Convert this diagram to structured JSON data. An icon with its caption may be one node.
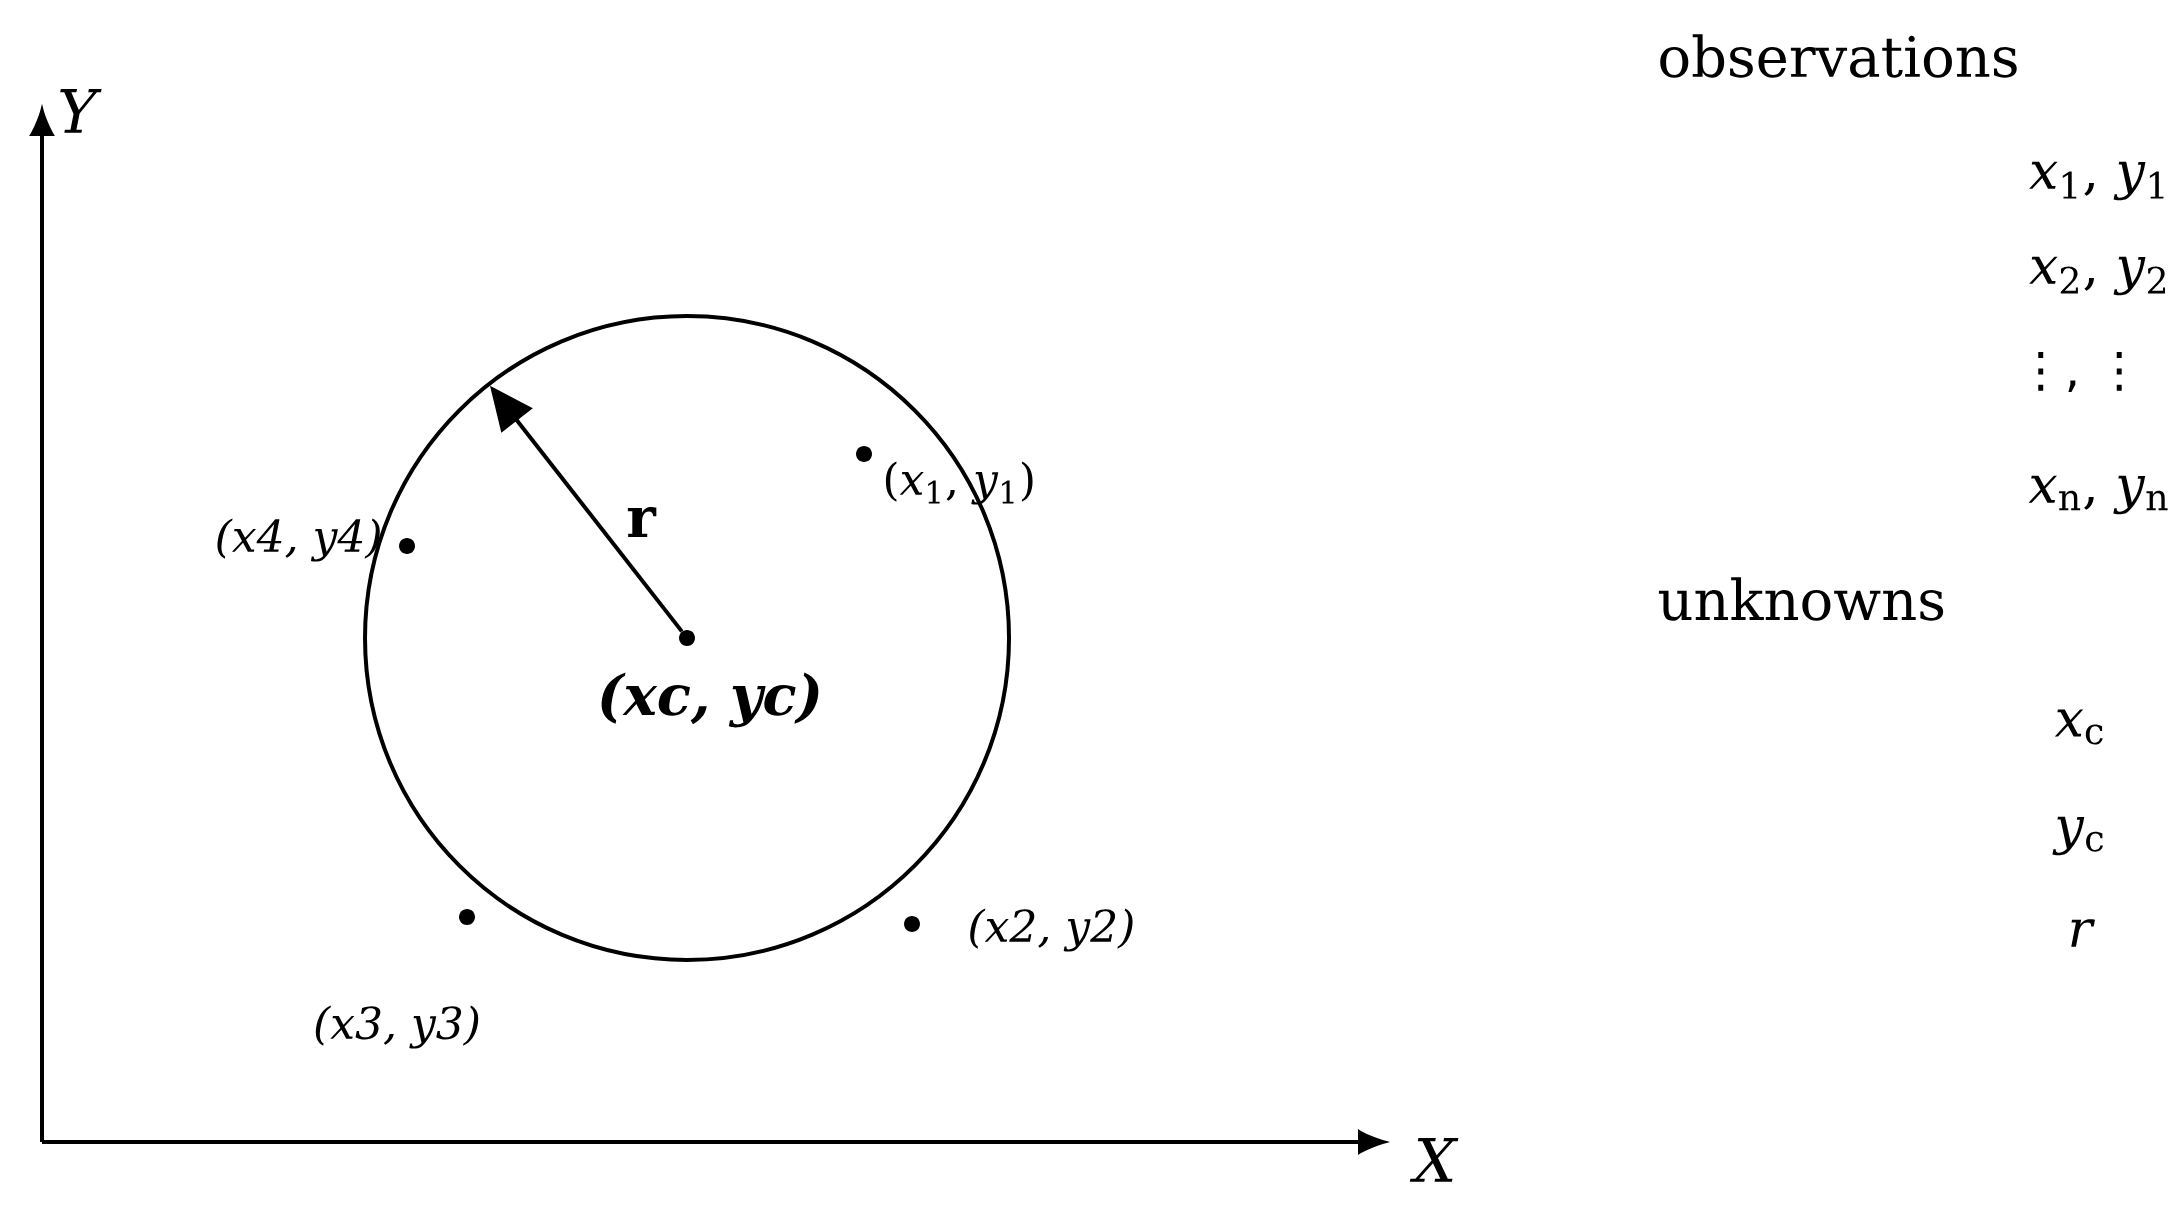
{
  "diagram": {
    "nodes": [
      {
        "text": [],
        "shape": "circle"
      },
      {
        "text": [],
        "shape": "circle",
        "in": 0,
        "beside": [
          "(xc, yc)"
        ]
      }
    ],
    "edges": [
      {
        "from": 1,
        "to": 0,
        "arrow": "to",
        "label": "r"
      }
    ],
    "labels": [
      "Y",
      "(*x*$_{1}$, *y*$_{1}$)",
      "(x4, y4)",
      "(x3, y3)",
      "(x2, y2)",
      "X",
      "observations",
      "*x*$_{1}$, *y*$_{1}$",
      "*x*$_{2}$, *y*$_{2}$",
      "⋮, ⋮",
      "*x*$_{n}$, *y*$_{n}$",
      "unknowns",
      "*x*$_{c}$",
      "*y*$_{c}$",
      "r"
    ]
  }
}
